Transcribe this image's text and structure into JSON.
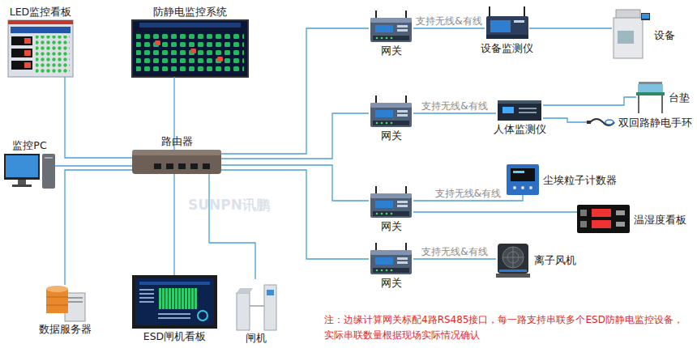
{
  "diagram": {
    "nodes": [
      {
        "text": [
          "LED监控看板"
        ]
      },
      {
        "text": [
          "防静电监控系统"
        ]
      },
      {
        "text": [
          "监控PC"
        ]
      },
      {
        "text": [
          "路由器"
        ]
      },
      {
        "text": [
          "数据服务器"
        ]
      },
      {
        "text": [
          "ESD闸机看板"
        ]
      },
      {
        "text": [
          "闸机"
        ]
      },
      {
        "text": [
          "网关"
        ]
      },
      {
        "text": [
          "设备监测仪"
        ]
      },
      {
        "text": [
          "设备"
        ]
      },
      {
        "text": [
          "网关"
        ]
      },
      {
        "text": [
          "人体监测仪"
        ]
      },
      {
        "text": [
          "台垫"
        ]
      },
      {
        "text": [
          "双回路静电手环"
        ]
      },
      {
        "text": [
          "网关"
        ]
      },
      {
        "text": [
          "尘埃粒子计数器"
        ]
      },
      {
        "text": [
          "温湿度看板"
        ]
      },
      {
        "text": [
          "网关"
        ]
      },
      {
        "text": [
          "离子风机"
        ]
      }
    ],
    "edges": [
      {
        "from": 3,
        "to": 0,
        "arrow": "none"
      },
      {
        "from": 3,
        "to": 1,
        "arrow": "none"
      },
      {
        "from": 3,
        "to": 2,
        "arrow": "none"
      },
      {
        "from": 3,
        "to": 4,
        "arrow": "none"
      },
      {
        "from": 3,
        "to": 5,
        "arrow": "none"
      },
      {
        "from": 3,
        "to": 6,
        "arrow": "none"
      },
      {
        "from": 3,
        "to": 7,
        "arrow": "none"
      },
      {
        "from": 3,
        "to": 10,
        "arrow": "none"
      },
      {
        "from": 3,
        "to": 14,
        "arrow": "none"
      },
      {
        "from": 3,
        "to": 17,
        "arrow": "none"
      },
      {
        "from": 7,
        "to": 8,
        "label": "支持无线&有线",
        "arrow": "none"
      },
      {
        "from": 8,
        "to": 9,
        "arrow": "none"
      },
      {
        "from": 10,
        "to": 11,
        "label": "支持无线&有线",
        "arrow": "none"
      },
      {
        "from": 11,
        "to": 12,
        "arrow": "none"
      },
      {
        "from": 11,
        "to": 13,
        "arrow": "none"
      },
      {
        "from": 14,
        "to": 15,
        "label": "支持无线&有线",
        "arrow": "none"
      },
      {
        "from": 14,
        "to": 16,
        "arrow": "none"
      },
      {
        "from": 17,
        "to": 18,
        "label": "支持无线&有线",
        "arrow": "none"
      }
    ],
    "labels": [
      "SUNPN讯鹏",
      "注：边缘计算网关标配4路RS485接口，每一路支持串联多个ESD防静电监控设备， 实际串联数量根据现场实际情况确认"
    ]
  }
}
